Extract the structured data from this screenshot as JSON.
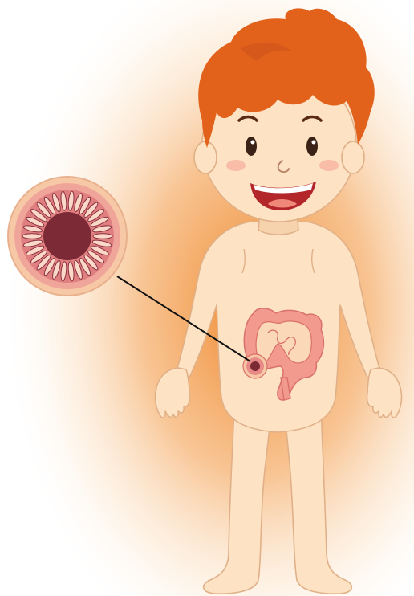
{
  "scene": {
    "subject": "child-body-illustration",
    "organ": "large-intestine",
    "callout": "intestine-cross-section"
  },
  "colors": {
    "background": "#ffffff",
    "glow": "#ef8a2a",
    "skin": "#fde3c4",
    "skin_shadow": "#f3c9a5",
    "outline": "#e2b48c",
    "hair": "#e2621c",
    "hair_dark": "#c9501a",
    "intestine": "#f29a8e",
    "intestine_dark": "#d9706a",
    "intestine_fill": "#fbd9b8",
    "mucosa_ring": "#e88a86",
    "mucosa_dark": "#8a3040",
    "lumen": "#7b2a36",
    "lens_ring": "#f6c8a6",
    "pointer_line": "#111111",
    "mouth": "#b3272b",
    "tongue": "#f0887a",
    "cheek": "#f7b2a0"
  }
}
